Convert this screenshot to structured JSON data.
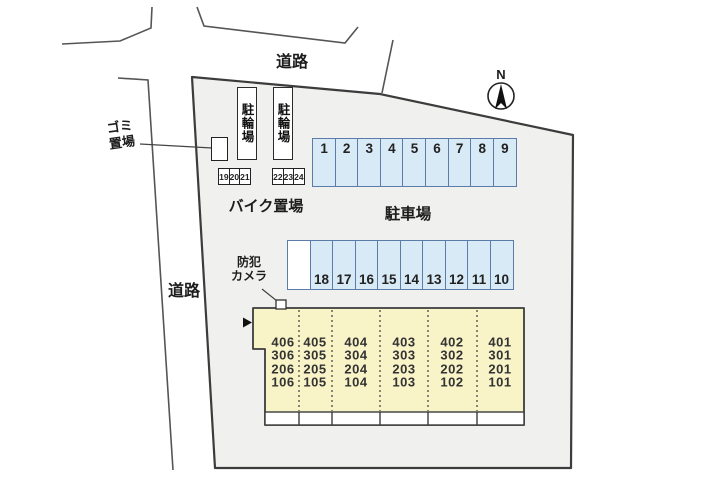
{
  "labels": {
    "road_top": "道路",
    "road_left": "道路",
    "garbage_line1": "ゴミ",
    "garbage_line2": "置場",
    "bike_area": "バイク置場",
    "parking": "駐車場",
    "camera_line1": "防犯",
    "camera_line2": "カメラ",
    "north": "N",
    "shed": "駐輪場"
  },
  "parking": {
    "row1": [
      "1",
      "2",
      "3",
      "4",
      "5",
      "6",
      "7",
      "8",
      "9"
    ],
    "row2": [
      "",
      "18",
      "17",
      "16",
      "15",
      "14",
      "13",
      "12",
      "11",
      "10"
    ]
  },
  "bike_spots": {
    "left": [
      "19",
      "20",
      "21"
    ],
    "right": [
      "22",
      "23",
      "24"
    ]
  },
  "building": {
    "room_columns": [
      [
        "406",
        "306",
        "206",
        "106"
      ],
      [
        "405",
        "305",
        "205",
        "105"
      ],
      [
        "404",
        "304",
        "204",
        "104"
      ],
      [
        "403",
        "303",
        "203",
        "103"
      ],
      [
        "402",
        "302",
        "202",
        "102"
      ],
      [
        "401",
        "301",
        "201",
        "101"
      ]
    ]
  },
  "colors": {
    "site_fill": "#f0f0ee",
    "building_fill": "#f9f3c8",
    "parking_fill": "#d9eaf7",
    "parking_border": "#5b7ba8",
    "line": "#3c3c3c"
  }
}
